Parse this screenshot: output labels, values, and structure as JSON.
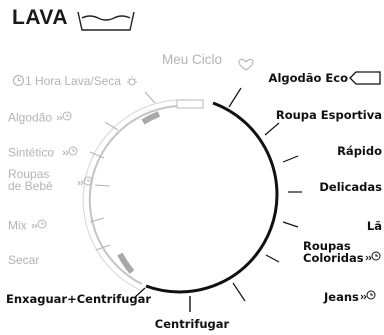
{
  "title": "LAVA",
  "dial": {
    "top_label": "Meu Ciclo",
    "left_programs": [
      {
        "label": "1 Hora Lava/Seca",
        "icon": "clock-icon"
      },
      {
        "label": "Algodão",
        "icon": "timer-icon"
      },
      {
        "label": "Sintético",
        "icon": "timer-icon"
      },
      {
        "label_line1": "Roupas",
        "label_line2": "de Bebê",
        "icon": "timer-icon"
      },
      {
        "label": "Mix",
        "icon": "timer-icon"
      },
      {
        "label": "Secar"
      },
      {
        "label": "Enxaguar+Centrifugar"
      }
    ],
    "right_programs": [
      {
        "label": "Algodão Eco"
      },
      {
        "label": "Roupa Esportiva"
      },
      {
        "label": "Rápido"
      },
      {
        "label": "Delicadas"
      },
      {
        "label": "Lã"
      },
      {
        "label_line1": "Roupas",
        "label_line2": "Coloridas",
        "icon": "timer-icon"
      },
      {
        "label": "Jeans",
        "icon": "timer-icon"
      }
    ],
    "bottom_label": "Centrifugar"
  },
  "colors": {
    "active": "#111111",
    "inactive": "#b8b8b8",
    "text_gray": "#b3b3b3"
  }
}
